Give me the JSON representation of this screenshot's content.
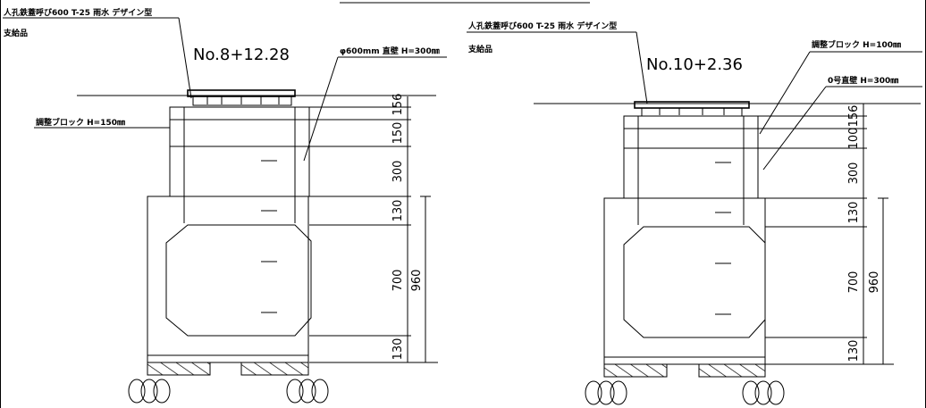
{
  "left_manhole": {
    "cover_label": "人孔鉄蓋呼び600 T-25 雨水 デザイン型",
    "supply_label": "支給品",
    "station": "No.8+12.28",
    "adjust_block_label": "調整ブロック H=150㎜",
    "pipe_label": "φ600mm 直壁 H=300㎜",
    "dims": {
      "d156": "156",
      "d150": "150",
      "d300": "300",
      "d130_top": "130",
      "d700": "700",
      "d130_bottom": "130",
      "d960": "960"
    }
  },
  "right_manhole": {
    "cover_label": "人孔鉄蓋呼び600 T-25 雨水 デザイン型",
    "supply_label": "支給品",
    "station": "No.10+2.36",
    "adjust_block_label": "調整ブロック H=100㎜",
    "pipe_label": "0号直壁 H=300㎜",
    "dims": {
      "d156": "156",
      "d100": "100",
      "d300": "300",
      "d130_top": "130",
      "d700": "700",
      "d130_bottom": "130",
      "d960": "960"
    }
  }
}
